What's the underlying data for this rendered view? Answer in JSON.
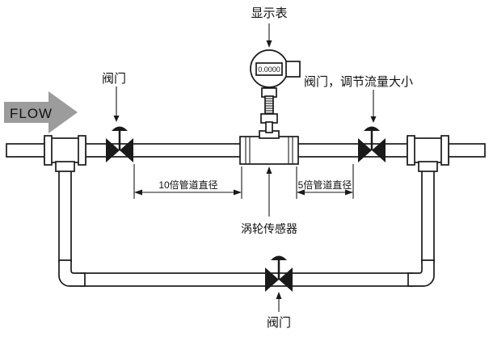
{
  "diagram": {
    "labels": {
      "display_meter": "显示表",
      "meter_reading": "0.0000",
      "valve_left": "阀门",
      "valve_right": "阀门，调节流量大小",
      "flow": "FLOW",
      "dim_upstream": "10倍管道直径",
      "dim_downstream": "5倍管道直径",
      "turbine_sensor": "涡轮传感器",
      "valve_bottom": "阀门"
    },
    "colors": {
      "line": "#1a1a1a",
      "flow_arrow": "#9c9c9c",
      "background": "#ffffff"
    }
  }
}
